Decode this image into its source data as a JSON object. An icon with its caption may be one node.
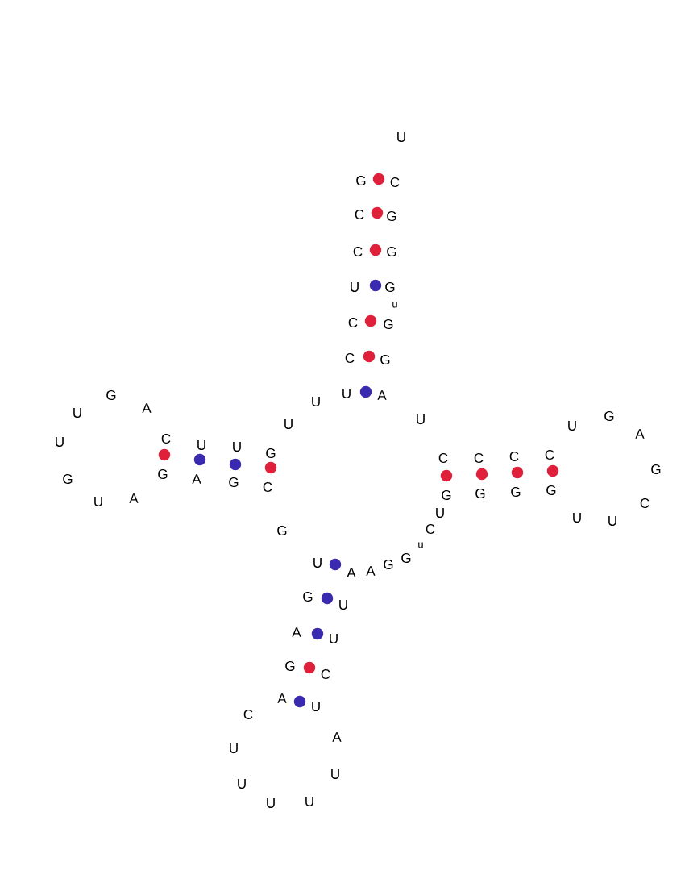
{
  "diagram": {
    "labels": [
      "U",
      "G",
      "C",
      "C",
      "G",
      "C",
      "G",
      "U",
      "G",
      "u",
      "C",
      "G",
      "C",
      "G",
      "G",
      "U",
      "A",
      "U",
      "A",
      "U",
      "U",
      "U",
      "U",
      "G",
      "A",
      "U",
      "C",
      "U",
      "U",
      "G",
      "C",
      "C",
      "C",
      "C",
      "G",
      "G",
      "G",
      "A",
      "G",
      "C",
      "G",
      "G",
      "G",
      "G",
      "U",
      "A",
      "C",
      "U",
      "U",
      "U",
      "G",
      "C",
      "u",
      "U",
      "A",
      "A",
      "G",
      "G",
      "G",
      "U",
      "A",
      "U",
      "G",
      "C",
      "A",
      "U",
      "C",
      "A",
      "U",
      "U",
      "U",
      "U",
      "U"
    ]
  }
}
